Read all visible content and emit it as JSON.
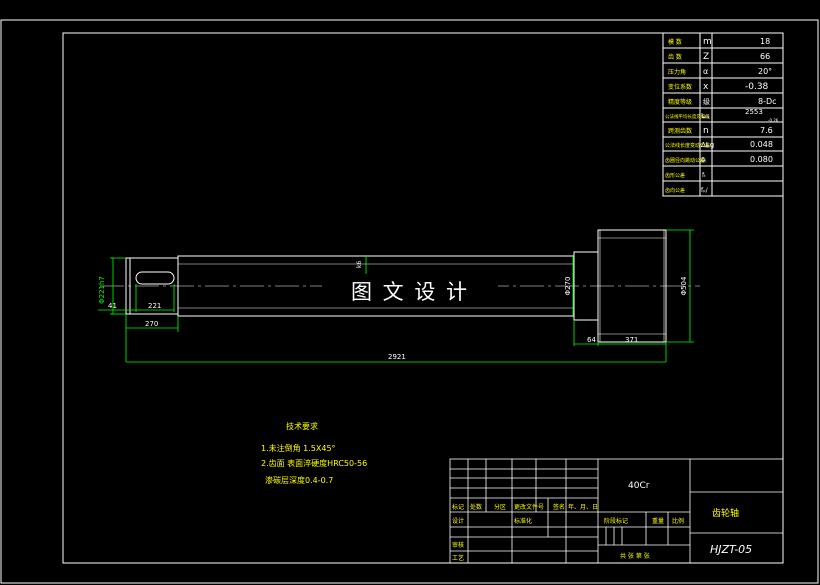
{
  "colors": {
    "background": "#000000",
    "frame": "#ffffff",
    "table": "#ffffff",
    "dimension": "#00ff00",
    "label": "#ffff00",
    "part": "#ffffff"
  },
  "watermark": "图 文 设 计",
  "gear_params": {
    "rows": [
      {
        "name": "模 数",
        "sym": "m",
        "val": "18"
      },
      {
        "name": "齿 数",
        "sym": "Z",
        "val": "66"
      },
      {
        "name": "压力角",
        "sym": "α",
        "val": "20°"
      },
      {
        "name": "变位系数",
        "sym": "x",
        "val": "-0.38"
      },
      {
        "name": "精度等级",
        "sym": "级",
        "val": "8-Dc"
      },
      {
        "name": "公法线平均长度及偏差",
        "sym": "Lₘ",
        "val": "2553",
        "extra": "-0.26"
      },
      {
        "name": "跨测齿数",
        "sym": "n",
        "val": "7.6"
      },
      {
        "name": "公法线长度变动公差",
        "sym": "ΔLg",
        "val": "0.048"
      },
      {
        "name": "齿圈径向跳动公差",
        "sym": "δᵢ",
        "val": "0.080"
      },
      {
        "name": "齿形公差",
        "sym": "fₜ",
        "val": ""
      },
      {
        "name": "齿向公差",
        "sym": "fₚ/",
        "val": ""
      }
    ]
  },
  "dimensions": {
    "d_journal": "Φ221h7",
    "d_shaft": "Φ270",
    "d_gear": "Φ504",
    "fit": "k6",
    "len_41": "41",
    "len_221": "221",
    "len_270": "270",
    "len_2921": "2921",
    "len_64": "64",
    "len_371": "371"
  },
  "tech_req": {
    "title": "技术要求",
    "items": [
      "1.未注倒角 1.5X45°",
      "2.齿面  表面淬硬度HRC50-56",
      "  渗碳层深度0.4-0.7"
    ]
  },
  "title_block": {
    "material": "40Cr",
    "part_name": "齿轮轴",
    "drawing_no": "HJZT-05",
    "header_labels": [
      "标记",
      "处数",
      "分区",
      "更改文件号",
      "签名",
      "年、月、日"
    ],
    "design": "设计",
    "standardize": "标准化",
    "check": "审核",
    "process": "工艺",
    "stage_mark": "阶段标记",
    "weight": "重量",
    "scale": "比例",
    "sheets": "共 张 第 张"
  }
}
